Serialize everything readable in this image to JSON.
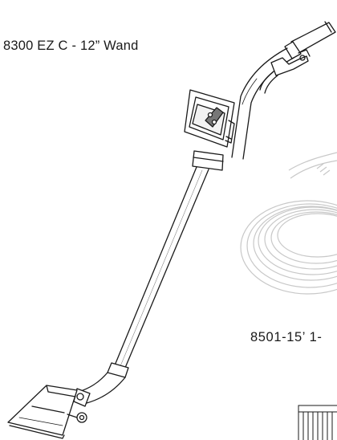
{
  "labels": {
    "wand": "8300 EZ C  -  12” Wand",
    "hose": "8501-15’ 1-"
  },
  "illustrations": {
    "wand": "carpet-wand-drawing",
    "hose": "coiled-hose-drawing",
    "tool": "upholstery-tool-drawing"
  },
  "colors": {
    "line": "#1a1a1a",
    "faded": "#c8c8c8",
    "text": "#1a1a1a"
  }
}
